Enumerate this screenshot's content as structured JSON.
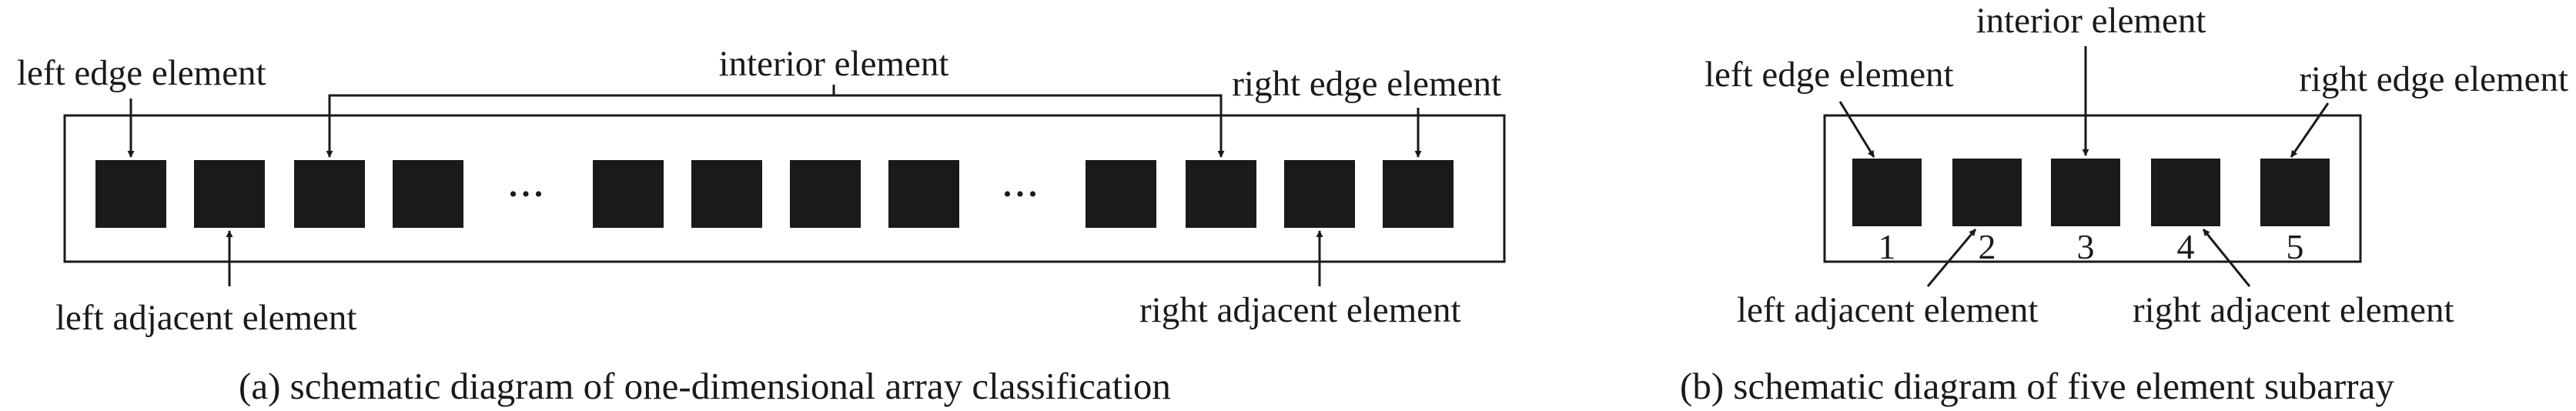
{
  "panel_a": {
    "labels": {
      "left_edge": "left edge element",
      "interior": "interior element",
      "right_edge": "right edge element",
      "left_adjacent": "left adjacent element",
      "right_adjacent": "right adjacent element"
    },
    "ellipsis": "•••",
    "caption": "(a) schematic diagram of one-dimensional array classification"
  },
  "panel_b": {
    "labels": {
      "left_edge": "left edge element",
      "interior": "interior element",
      "right_edge": "right edge element",
      "left_adjacent": "left adjacent element",
      "right_adjacent": "right adjacent element"
    },
    "element_numbers": [
      "1",
      "2",
      "3",
      "4",
      "5"
    ],
    "caption": "(b) schematic diagram of five element subarray"
  },
  "colors": {
    "element_fill": "#1a1a1a",
    "line": "#1a1a1a",
    "background": "#ffffff"
  }
}
